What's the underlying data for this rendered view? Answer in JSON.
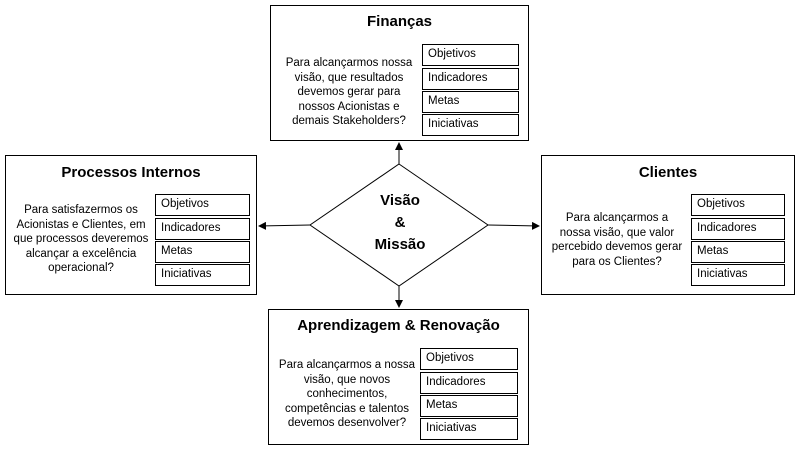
{
  "center": {
    "line1": "Visão",
    "line2": "&",
    "line3": "Missão"
  },
  "panels": {
    "financas": {
      "title": "Finanças",
      "question": "Para alcançarmos nossa visão, que resultados devemos gerar para nossos Acionistas e demais Stakeholders?",
      "items": [
        "Objetivos",
        "Indicadores",
        "Metas",
        "Iniciativas"
      ]
    },
    "processos": {
      "title": "Processos Internos",
      "question": "Para satisfazermos os Acionistas e Clientes, em que processos deveremos alcançar a excelência operacional?",
      "items": [
        "Objetivos",
        "Indicadores",
        "Metas",
        "Iniciativas"
      ]
    },
    "clientes": {
      "title": "Clientes",
      "question": "Para alcançarmos a nossa visão, que valor percebido devemos gerar para os Clientes?",
      "items": [
        "Objetivos",
        "Indicadores",
        "Metas",
        "Iniciativas"
      ]
    },
    "aprendizagem": {
      "title": "Aprendizagem & Renovação",
      "question": "Para alcançarmos a nossa visão, que novos conhecimentos, competências e talentos devemos desenvolver?",
      "items": [
        "Objetivos",
        "Indicadores",
        "Metas",
        "Iniciativas"
      ]
    }
  }
}
